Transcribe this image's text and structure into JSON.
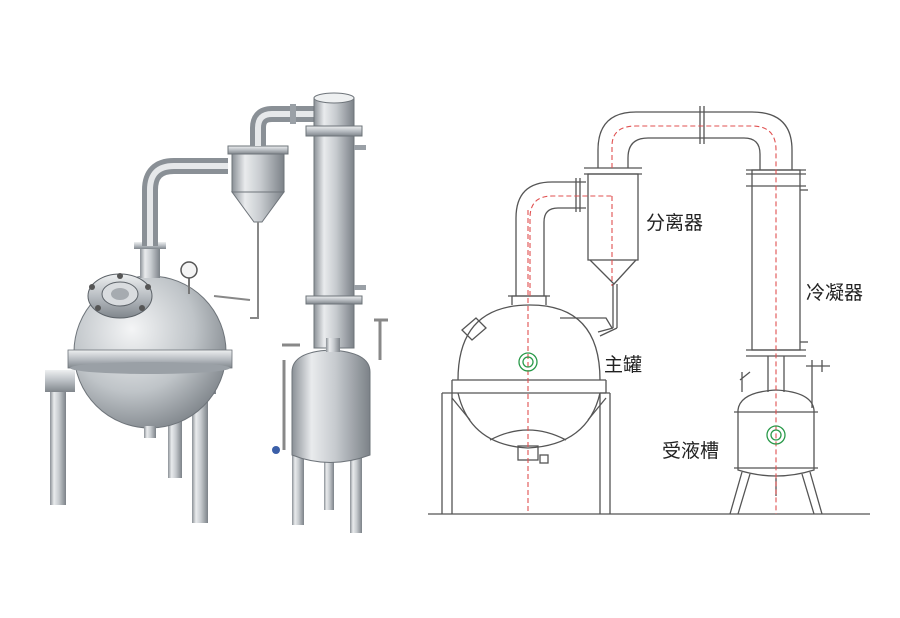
{
  "labels": {
    "separator": "分离器",
    "condenser": "冷凝器",
    "main_tank": "主罐",
    "receiver_tank": "受液槽"
  },
  "colors": {
    "line": "#555555",
    "centerline": "#e05050",
    "sight_glass": "#2a9a4a",
    "steel_light": "#e6e8ea",
    "steel_mid": "#b9bec3",
    "steel_dark": "#7c8288"
  }
}
